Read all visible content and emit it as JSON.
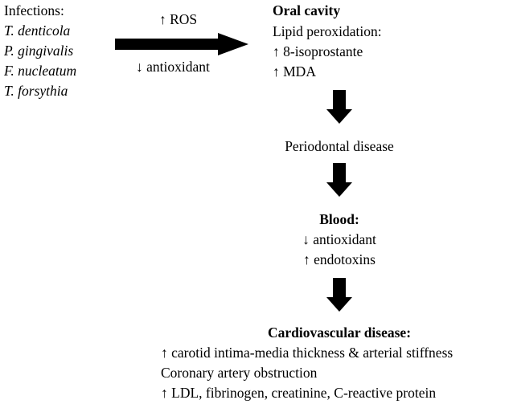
{
  "infections": {
    "heading": "Infections:",
    "organisms": [
      "T. denticola",
      "P. gingivalis",
      "F. nucleatum",
      "T. forsythia"
    ]
  },
  "main_arrow": {
    "above_label": "↑ ROS",
    "below_label": "↓ antioxidant"
  },
  "oral_cavity": {
    "title": "Oral cavity",
    "lines": [
      "Lipid peroxidation:",
      "↑ 8-isoprostante",
      "↑ MDA"
    ]
  },
  "periodontal": {
    "label": "Periodontal disease"
  },
  "blood": {
    "title": "Blood:",
    "lines": [
      "↓ antioxidant",
      "↑ endotoxins"
    ]
  },
  "cardiovascular": {
    "title": "Cardiovascular disease:",
    "lines": [
      "↑ carotid intima-media thickness & arterial stiffness",
      "Coronary artery obstruction",
      "↑ LDL, fibrinogen, creatinine, C-reactive protein"
    ]
  },
  "colors": {
    "text": "#000000",
    "arrow": "#000000",
    "background": "#ffffff"
  }
}
